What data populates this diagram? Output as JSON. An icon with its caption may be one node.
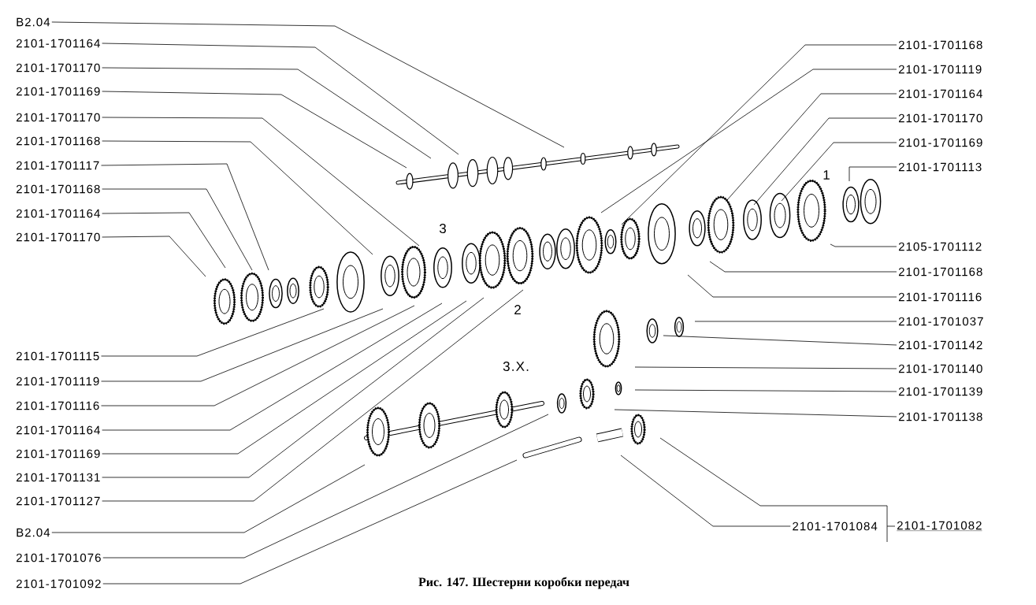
{
  "diagram": {
    "caption": "Рис. 147. Шестерни коробки передач",
    "nodes": [
      {
        "text": [
          "B2.04"
        ]
      },
      {
        "text": [
          "2101-1701164"
        ]
      },
      {
        "text": [
          "2101-1701170"
        ]
      },
      {
        "text": [
          "2101-1701169"
        ]
      },
      {
        "text": [
          "2101-1701170"
        ]
      },
      {
        "text": [
          "2101-1701168"
        ]
      },
      {
        "text": [
          "2101-1701117"
        ]
      },
      {
        "text": [
          "2101-1701168"
        ]
      },
      {
        "text": [
          "2101-1701164"
        ]
      },
      {
        "text": [
          "2101-1701170"
        ]
      },
      {
        "text": [
          "2101-1701115"
        ]
      },
      {
        "text": [
          "2101-1701119"
        ]
      },
      {
        "text": [
          "2101-1701116"
        ]
      },
      {
        "text": [
          "2101-1701164"
        ]
      },
      {
        "text": [
          "2101-1701169"
        ]
      },
      {
        "text": [
          "2101-1701131"
        ]
      },
      {
        "text": [
          "2101-1701127"
        ]
      },
      {
        "text": [
          "B2.04"
        ]
      },
      {
        "text": [
          "2101-1701076"
        ]
      },
      {
        "text": [
          "2101-1701092"
        ]
      },
      {
        "text": [
          "2101-1701168"
        ]
      },
      {
        "text": [
          "2101-1701119"
        ]
      },
      {
        "text": [
          "2101-1701164"
        ]
      },
      {
        "text": [
          "2101-1701170"
        ]
      },
      {
        "text": [
          "2101-1701169"
        ]
      },
      {
        "text": [
          "2101-1701113"
        ]
      },
      {
        "text": [
          "2105-1701112"
        ]
      },
      {
        "text": [
          "2101-1701168"
        ]
      },
      {
        "text": [
          "2101-1701116"
        ]
      },
      {
        "text": [
          "2101-1701037"
        ]
      },
      {
        "text": [
          "2101-1701142"
        ]
      },
      {
        "text": [
          "2101-1701140"
        ]
      },
      {
        "text": [
          "2101-1701139"
        ]
      },
      {
        "text": [
          "2101-1701138"
        ]
      },
      {
        "text": [
          "2101-1701084"
        ]
      },
      {
        "text": [
          "2101-1701082"
        ]
      }
    ],
    "edges": [
      {
        "from": 0,
        "to": null,
        "arrow": "none"
      },
      {
        "from": 1,
        "to": null,
        "arrow": "none"
      },
      {
        "from": 2,
        "to": null,
        "arrow": "none"
      },
      {
        "from": 3,
        "to": null,
        "arrow": "none"
      },
      {
        "from": 4,
        "to": null,
        "arrow": "none"
      },
      {
        "from": 5,
        "to": null,
        "arrow": "none"
      },
      {
        "from": 6,
        "to": null,
        "arrow": "none"
      },
      {
        "from": 7,
        "to": null,
        "arrow": "none"
      },
      {
        "from": 8,
        "to": null,
        "arrow": "none"
      },
      {
        "from": 9,
        "to": null,
        "arrow": "none"
      },
      {
        "from": 10,
        "to": null,
        "arrow": "none"
      },
      {
        "from": 11,
        "to": null,
        "arrow": "none"
      },
      {
        "from": 12,
        "to": null,
        "arrow": "none"
      },
      {
        "from": 13,
        "to": null,
        "arrow": "none"
      },
      {
        "from": 14,
        "to": null,
        "arrow": "none"
      },
      {
        "from": 15,
        "to": null,
        "arrow": "none"
      },
      {
        "from": 16,
        "to": null,
        "arrow": "none"
      },
      {
        "from": 17,
        "to": null,
        "arrow": "none"
      },
      {
        "from": 18,
        "to": null,
        "arrow": "none"
      },
      {
        "from": 19,
        "to": null,
        "arrow": "none"
      },
      {
        "from": 20,
        "to": null,
        "arrow": "none"
      },
      {
        "from": 21,
        "to": null,
        "arrow": "none"
      },
      {
        "from": 22,
        "to": null,
        "arrow": "none"
      },
      {
        "from": 23,
        "to": null,
        "arrow": "none"
      },
      {
        "from": 24,
        "to": null,
        "arrow": "none"
      },
      {
        "from": 25,
        "to": null,
        "arrow": "none"
      },
      {
        "from": 26,
        "to": null,
        "arrow": "none"
      },
      {
        "from": 27,
        "to": null,
        "arrow": "none"
      },
      {
        "from": 28,
        "to": null,
        "arrow": "none"
      },
      {
        "from": 29,
        "to": null,
        "arrow": "none"
      },
      {
        "from": 30,
        "to": null,
        "arrow": "none"
      },
      {
        "from": 31,
        "to": null,
        "arrow": "none"
      },
      {
        "from": 32,
        "to": null,
        "arrow": "none"
      },
      {
        "from": 33,
        "to": null,
        "arrow": "none"
      },
      {
        "from": 34,
        "to": null,
        "arrow": "none"
      },
      {
        "from": 35,
        "to": null,
        "arrow": "none"
      }
    ],
    "labels": [
      "3",
      "1",
      "2",
      "3.X."
    ]
  }
}
